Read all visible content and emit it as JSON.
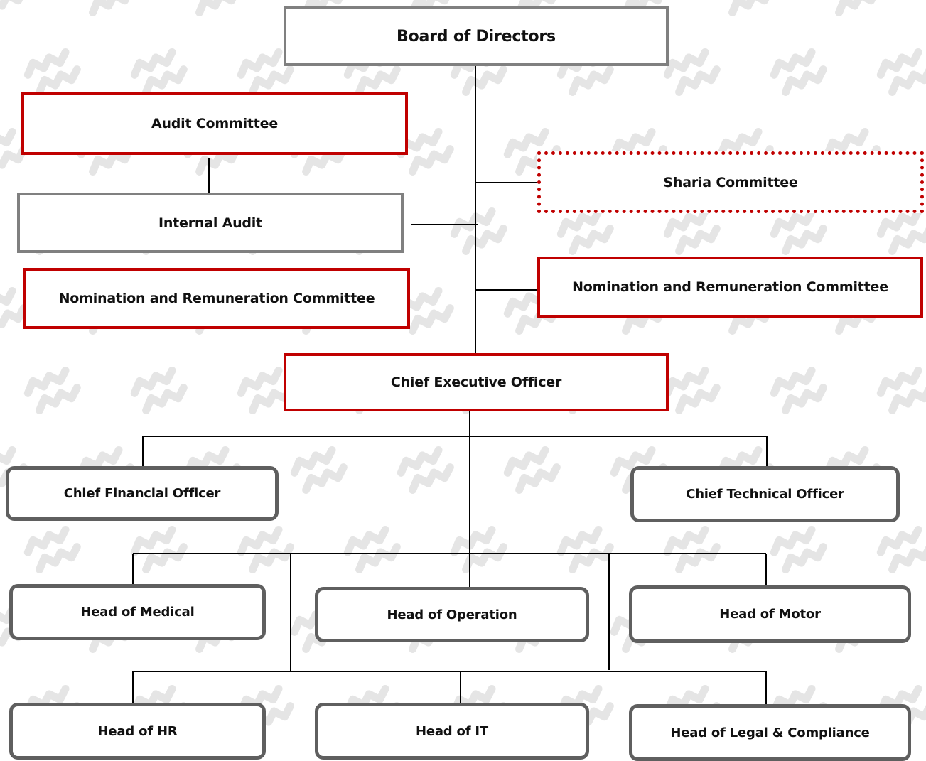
{
  "board": {
    "label": "Board of Directors"
  },
  "audit_committee": {
    "label": "Audit Committee"
  },
  "internal_audit": {
    "label": "Internal Audit"
  },
  "nomination_left": {
    "label": "Nomination and Remuneration Committee"
  },
  "sharia_committee": {
    "label": "Sharia Committee"
  },
  "nomination_right": {
    "label": "Nomination and Remuneration Committee"
  },
  "ceo": {
    "label": "Chief Executive Officer"
  },
  "cfo": {
    "label": "Chief Financial Officer"
  },
  "cto": {
    "label": "Chief Technical Officer"
  },
  "heads": {
    "medical": "Head of Medical",
    "operation": "Head of Operation",
    "motor": "Head of Motor",
    "hr": "Head of HR",
    "it": "Head of IT",
    "legal": "Head of Legal & Compliance"
  },
  "colors": {
    "committee_border": "#c00000",
    "executive_border": "#808080",
    "department_border": "#5f5f5f",
    "connector": "#000000",
    "watermark": "#e6e6e6"
  }
}
